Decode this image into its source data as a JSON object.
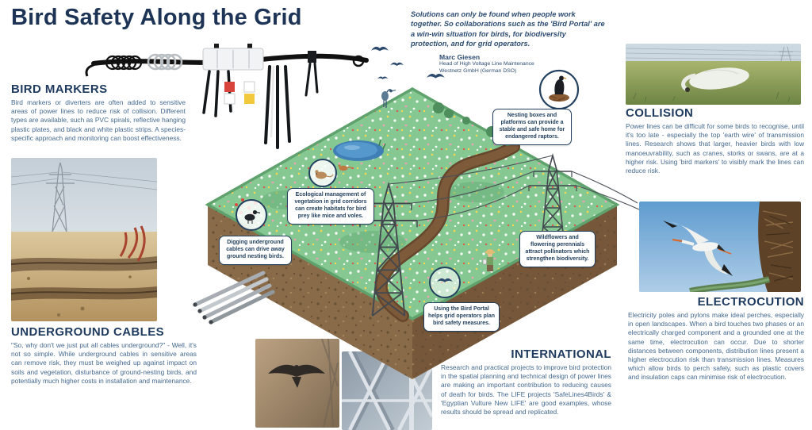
{
  "title": "Bird Safety Along the Grid",
  "quote": {
    "text": "Solutions can only be found when people work together. So collaborations such as the 'Bird Portal' are a win-win situation for birds, for biodiversity protection, and for grid operators.",
    "author": "Marc Giesen",
    "role": "Head of High Voltage Line Maintenance",
    "org": "Westnetz GmbH (German DSO)"
  },
  "sections": {
    "bird_markers": {
      "heading": "BIRD MARKERS",
      "body": "Bird markers or diverters are often added to sensitive areas of power lines to reduce risk of collision. Different types are available, such as PVC spirals, reflective hanging plastic plates, and black and white plastic strips. A species-specific approach and monitoring can boost effectiveness."
    },
    "underground_cables": {
      "heading": "UNDERGROUND CABLES",
      "body": "\"So, why don't we just put all cables underground?\" - Well, it's not so simple. While underground cables in sensitive areas can remove risk, they must be weighed up against impact on soils and vegetation, disturbance of ground-nesting birds, and potentially much higher costs in installation and maintenance."
    },
    "collision": {
      "heading": "COLLISION",
      "body": "Power lines can be difficult for some birds to recognise, until it's too late - especially the top 'earth wire' of transmission lines. Research shows that larger, heavier birds with low manoeuvrability, such as cranes, storks or swans, are at a higher risk. Using 'bird markers' to visibly mark the lines can reduce risk."
    },
    "electrocution": {
      "heading": "ELECTROCUTION",
      "body": "Electricity poles and pylons make ideal perches, especially in open landscapes. When a bird touches two phases or an electrically charged component and a grounded one at the same time, electrocution can occur. Due to shorter distances between components, distribution lines present a higher electrocution risk than transmission lines. Measures which allow birds to perch safely, such as plastic covers and insulation caps can minimise risk of electrocution."
    },
    "international": {
      "heading": "INTERNATIONAL",
      "body": "Research and practical projects to improve bird protection in the spatial planning and technical design of power lines are making an important contribution to reducing causes of death for birds. The LIFE projects 'SafeLines4Birds' & 'Egyptian Vulture New LIFE' are good examples, whose results should be spread and replicated."
    }
  },
  "callouts": {
    "nesting": "Nesting boxes and platforms can provide a stable and safe home for endangered raptors.",
    "ecological": "Ecological management of vegetation in grid corridors can create habitats for bird prey like mice and voles.",
    "digging": "Digging underground cables can drive away ground nesting birds.",
    "wildflowers": "Wildflowers and flowering perennials attract pollinators which strengthen biodiversity.",
    "bird_portal": "Using the Bird Portal helps grid operators plan bird safety measures."
  },
  "colors": {
    "navy": "#1e3a5e",
    "body_text": "#44688e",
    "grass": "#85c892",
    "soil": "#8a6b49",
    "pond": "#4c8fc7",
    "marker_red": "#d8443c",
    "marker_yellow": "#f2c93d"
  }
}
